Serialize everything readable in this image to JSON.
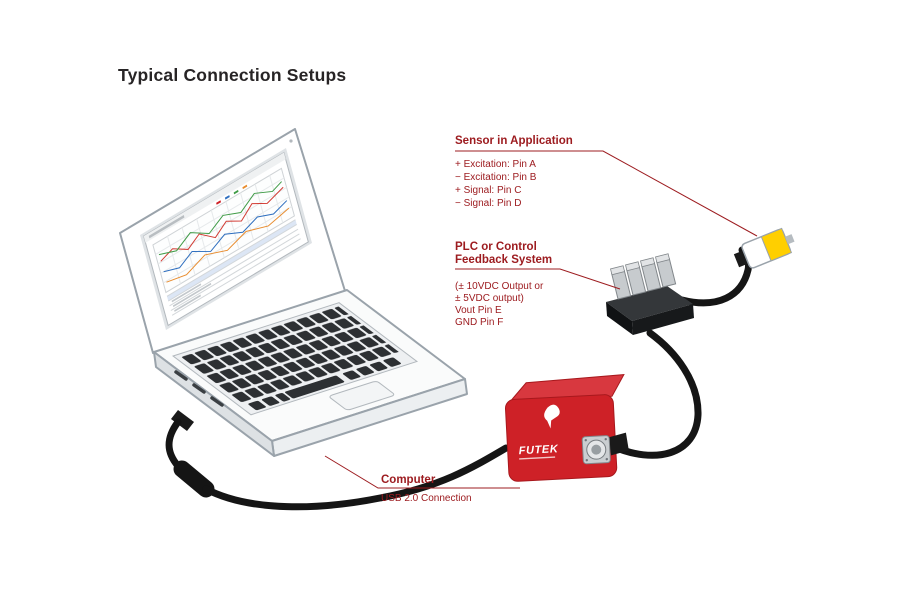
{
  "page": {
    "title": "Typical Connection Setups"
  },
  "colors": {
    "label_red": "#9d1c20",
    "futek_red": "#ce2127",
    "cable_black": "#151515",
    "line_art_gray": "#9aa3ab",
    "sensor_yellow": "#ffcf00"
  },
  "callouts": {
    "sensor": {
      "title": "Sensor in Application",
      "lines": [
        "+ Excitation: Pin A",
        "− Excitation: Pin B",
        "+ Signal: Pin C",
        "− Signal: Pin D"
      ]
    },
    "plc": {
      "title_line1": "PLC or Control",
      "title_line2": "Feedback System",
      "lines": [
        "(± 10VDC Output or",
        "± 5VDC output)",
        "Vout Pin E",
        "GND Pin F"
      ]
    },
    "computer": {
      "title": "Computer",
      "subtitle": "USB 2.0 Connection"
    }
  },
  "devices": {
    "amplifier": {
      "brand": "FUTEK"
    }
  }
}
